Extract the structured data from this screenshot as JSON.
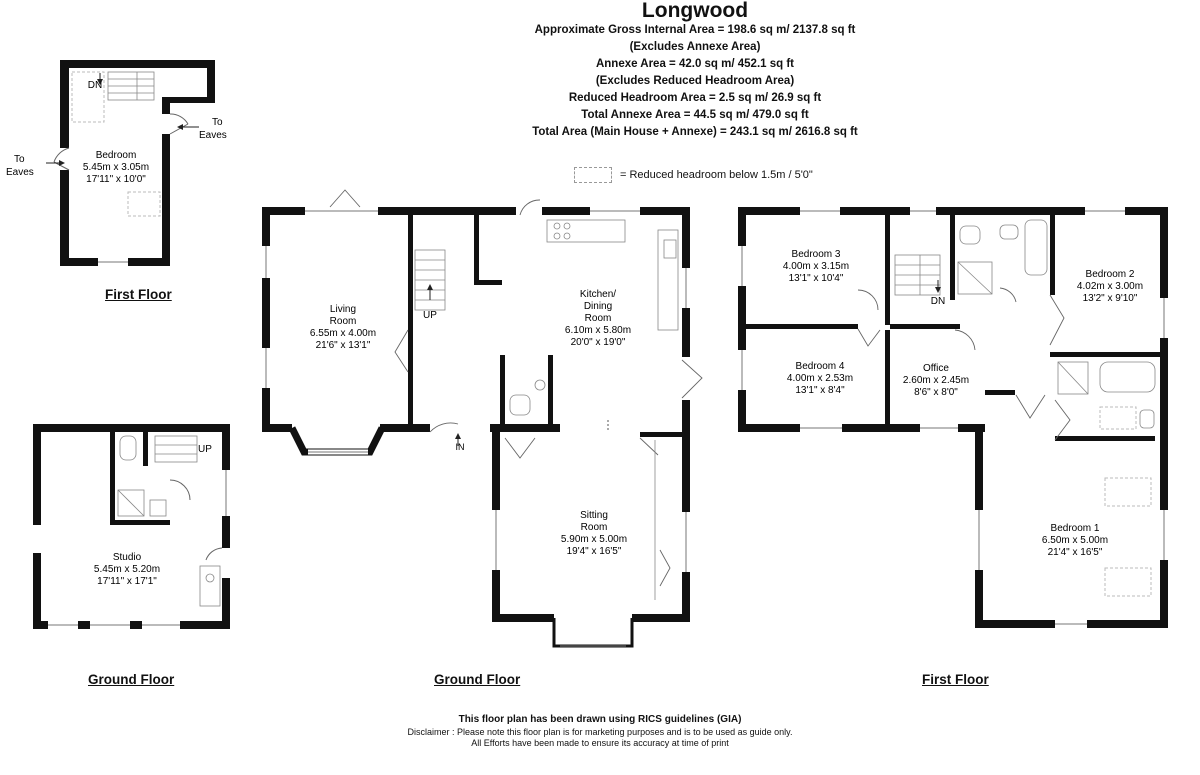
{
  "header": {
    "title": "Longwood",
    "lines": [
      "Approximate Gross Internal Area = 198.6 sq m/ 2137.8 sq ft",
      "(Excludes Annexe Area)",
      "Annexe Area = 42.0 sq m/ 452.1 sq ft",
      "(Excludes Reduced Headroom Area)",
      "Reduced Headroom Area = 2.5 sq m/ 26.9 sq ft",
      "Total Annexe Area = 44.5 sq m/ 479.0 sq ft",
      "Total Area (Main House + Annexe) = 243.1 sq m/ 2616.8 sq ft"
    ]
  },
  "legend": {
    "text": "= Reduced headroom below 1.5m / 5'0\""
  },
  "floors": {
    "annexe_first": "First Floor",
    "annexe_ground": "Ground Floor",
    "main_ground": "Ground Floor",
    "main_first": "First Floor"
  },
  "rooms": {
    "annexe_bedroom": [
      "Bedroom",
      "5.45m x 3.05m",
      "17'11\" x 10'0\""
    ],
    "studio": [
      "Studio",
      "5.45m x 5.20m",
      "17'11\" x 17'1\""
    ],
    "living": [
      "Living",
      "Room",
      "6.55m x 4.00m",
      "21'6\" x 13'1\""
    ],
    "kitchen": [
      "Kitchen/",
      "Dining",
      "Room",
      "6.10m x 5.80m",
      "20'0\" x 19'0\""
    ],
    "sitting": [
      "Sitting",
      "Room",
      "5.90m x 5.00m",
      "19'4\" x 16'5\""
    ],
    "bedroom3": [
      "Bedroom 3",
      "4.00m x 3.15m",
      "13'1\" x 10'4\""
    ],
    "bedroom2": [
      "Bedroom 2",
      "4.02m x 3.00m",
      "13'2\" x 9'10\""
    ],
    "bedroom4": [
      "Bedroom 4",
      "4.00m x 2.53m",
      "13'1\" x 8'4\""
    ],
    "office": [
      "Office",
      "2.60m x 2.45m",
      "8'6\" x 8'0\""
    ],
    "bedroom1": [
      "Bedroom 1",
      "6.50m x 5.00m",
      "21'4\" x 16'5\""
    ]
  },
  "annotations": {
    "dn": "DN",
    "up": "UP",
    "in": "IN",
    "to_eaves_right": [
      "To",
      "Eaves"
    ],
    "to_eaves_left": [
      "To",
      "Eaves"
    ]
  },
  "footer": {
    "rics": "This floor plan has been drawn using RICS guidelines (GIA)",
    "disclaimer": [
      "Disclaimer : Please note this floor plan is for marketing purposes and is to be used as guide only.",
      "All Efforts have been made to ensure its accuracy at time of print"
    ]
  }
}
